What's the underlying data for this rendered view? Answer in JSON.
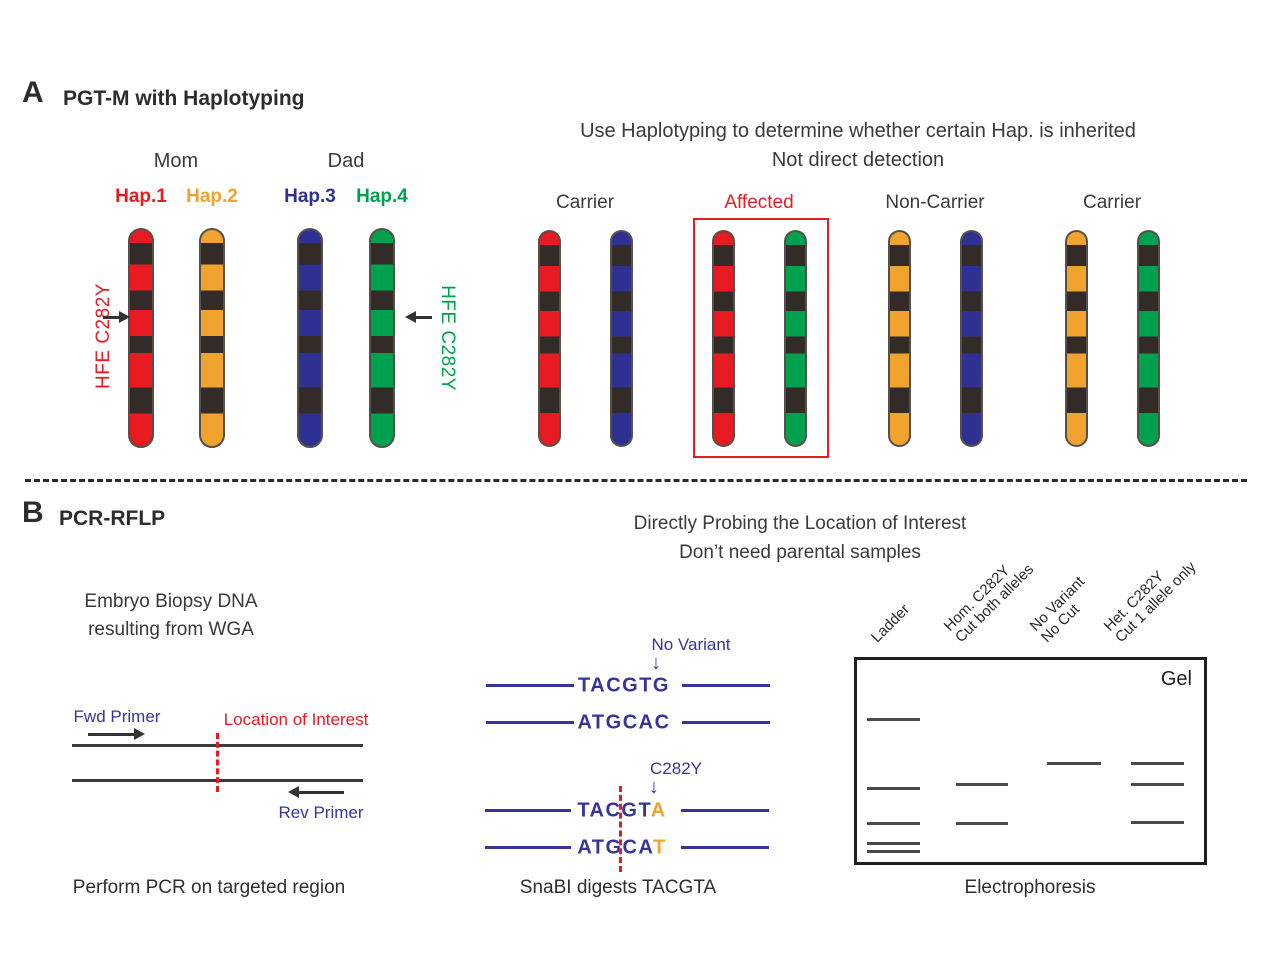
{
  "colors": {
    "red": "#e81b22",
    "orange": "#f0a32e",
    "blue": "#2e3192",
    "green": "#00a14e",
    "navy": "#35359b",
    "band_dark": "#332b27"
  },
  "panel_a": {
    "letter": "A",
    "title": "PGT-M with Haplotyping",
    "note_line1": "Use Haplotyping to determine whether certain Hap. is inherited",
    "note_line2": "Not direct detection",
    "mom_label": "Mom",
    "dad_label": "Dad",
    "haplotypes": [
      {
        "label": "Hap.1",
        "color": "red"
      },
      {
        "label": "Hap.2",
        "color": "orange"
      },
      {
        "label": "Hap.3",
        "color": "blue"
      },
      {
        "label": "Hap.4",
        "color": "green"
      }
    ],
    "mom_marker": "HFE C282Y",
    "dad_marker": "HFE C282Y",
    "embryos": [
      {
        "label": "Carrier",
        "chromosomes": [
          "red",
          "blue"
        ],
        "highlighted": false
      },
      {
        "label": "Affected",
        "chromosomes": [
          "red",
          "green"
        ],
        "highlighted": true
      },
      {
        "label": "Non-Carrier",
        "chromosomes": [
          "orange",
          "blue"
        ],
        "highlighted": false
      },
      {
        "label": "Carrier",
        "chromosomes": [
          "orange",
          "green"
        ],
        "highlighted": false
      }
    ]
  },
  "panel_b": {
    "letter": "B",
    "title": "PCR-RFLP",
    "note_line1": "Directly Probing the Location of Interest",
    "note_line2": "Don’t need parental samples",
    "pcr": {
      "intro_line1": "Embryo Biopsy DNA",
      "intro_line2": "resulting from WGA",
      "fwd_primer": "Fwd Primer",
      "location_of_interest": "Location of Interest",
      "rev_primer": "Rev Primer",
      "caption": "Perform PCR on targeted region"
    },
    "digest": {
      "no_variant_label": "No Variant",
      "wild_top": "TACGTG",
      "wild_bottom": "ATGCAC",
      "variant_label": "C282Y",
      "mut_top_main": "TACGT",
      "mut_top_base": "A",
      "mut_bottom_main": "ATGCA",
      "mut_bottom_base": "T",
      "caption": "SnaBI digests TACGTA"
    },
    "gel": {
      "label": "Gel",
      "caption": "Electrophoresis",
      "lanes": [
        {
          "title_lines": [
            "Ladder"
          ],
          "band_y": [
            718,
            787,
            822,
            842,
            850
          ]
        },
        {
          "title_lines": [
            "Hom. C282Y",
            "Cut both alleles"
          ],
          "band_y": [
            783,
            822
          ]
        },
        {
          "title_lines": [
            "No Variant",
            "No Cut"
          ],
          "band_y": [
            762
          ]
        },
        {
          "title_lines": [
            "Het. C282Y",
            "Cut 1 allele only"
          ],
          "band_y": [
            762,
            783,
            821
          ]
        }
      ]
    }
  }
}
